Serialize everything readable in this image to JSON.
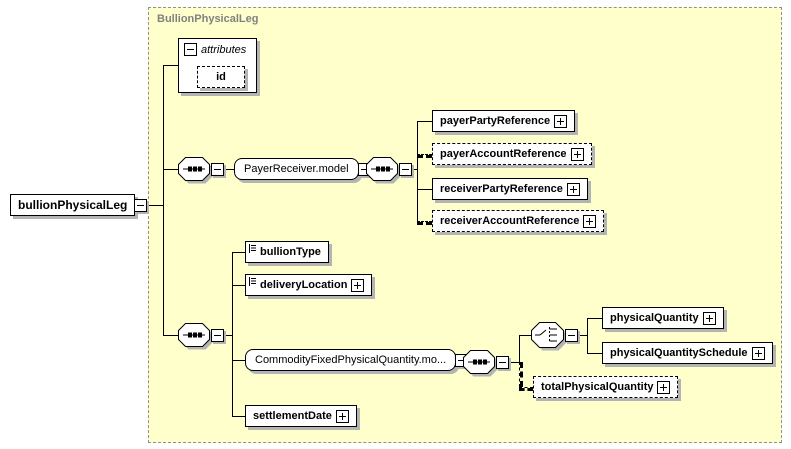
{
  "container": {
    "label": "BullionPhysicalLeg"
  },
  "root": {
    "label": "bullionPhysicalLeg"
  },
  "attributes_box": {
    "header": "attributes",
    "id_label": "id"
  },
  "payer_receiver": {
    "label": "PayerReceiver.model",
    "children": [
      {
        "label": "payerPartyReference",
        "optional": false
      },
      {
        "label": "payerAccountReference",
        "optional": true
      },
      {
        "label": "receiverPartyReference",
        "optional": false
      },
      {
        "label": "receiverAccountReference",
        "optional": true
      }
    ]
  },
  "physical_leg": {
    "bullion_type": "bullionType",
    "delivery_location": "deliveryLocation",
    "commodity_group_label": "CommodityFixedPhysicalQuantity.mo...",
    "physical_quantity": "physicalQuantity",
    "physical_quantity_schedule": "physicalQuantitySchedule",
    "total_physical_quantity": "totalPhysicalQuantity",
    "settlement_date": "settlementDate"
  },
  "icons": {
    "sequence": "sequence-connector-icon",
    "choice": "choice-connector-icon",
    "collapse": "minus-icon",
    "expand": "plus-icon",
    "simple_type": "text-content-icon"
  },
  "colors": {
    "container_bg": "#ffffcc",
    "container_border": "#909090",
    "container_label": "#808080",
    "box_bg": "#ffffff",
    "box_border": "#000000",
    "shadow": "#b4b4b4"
  }
}
